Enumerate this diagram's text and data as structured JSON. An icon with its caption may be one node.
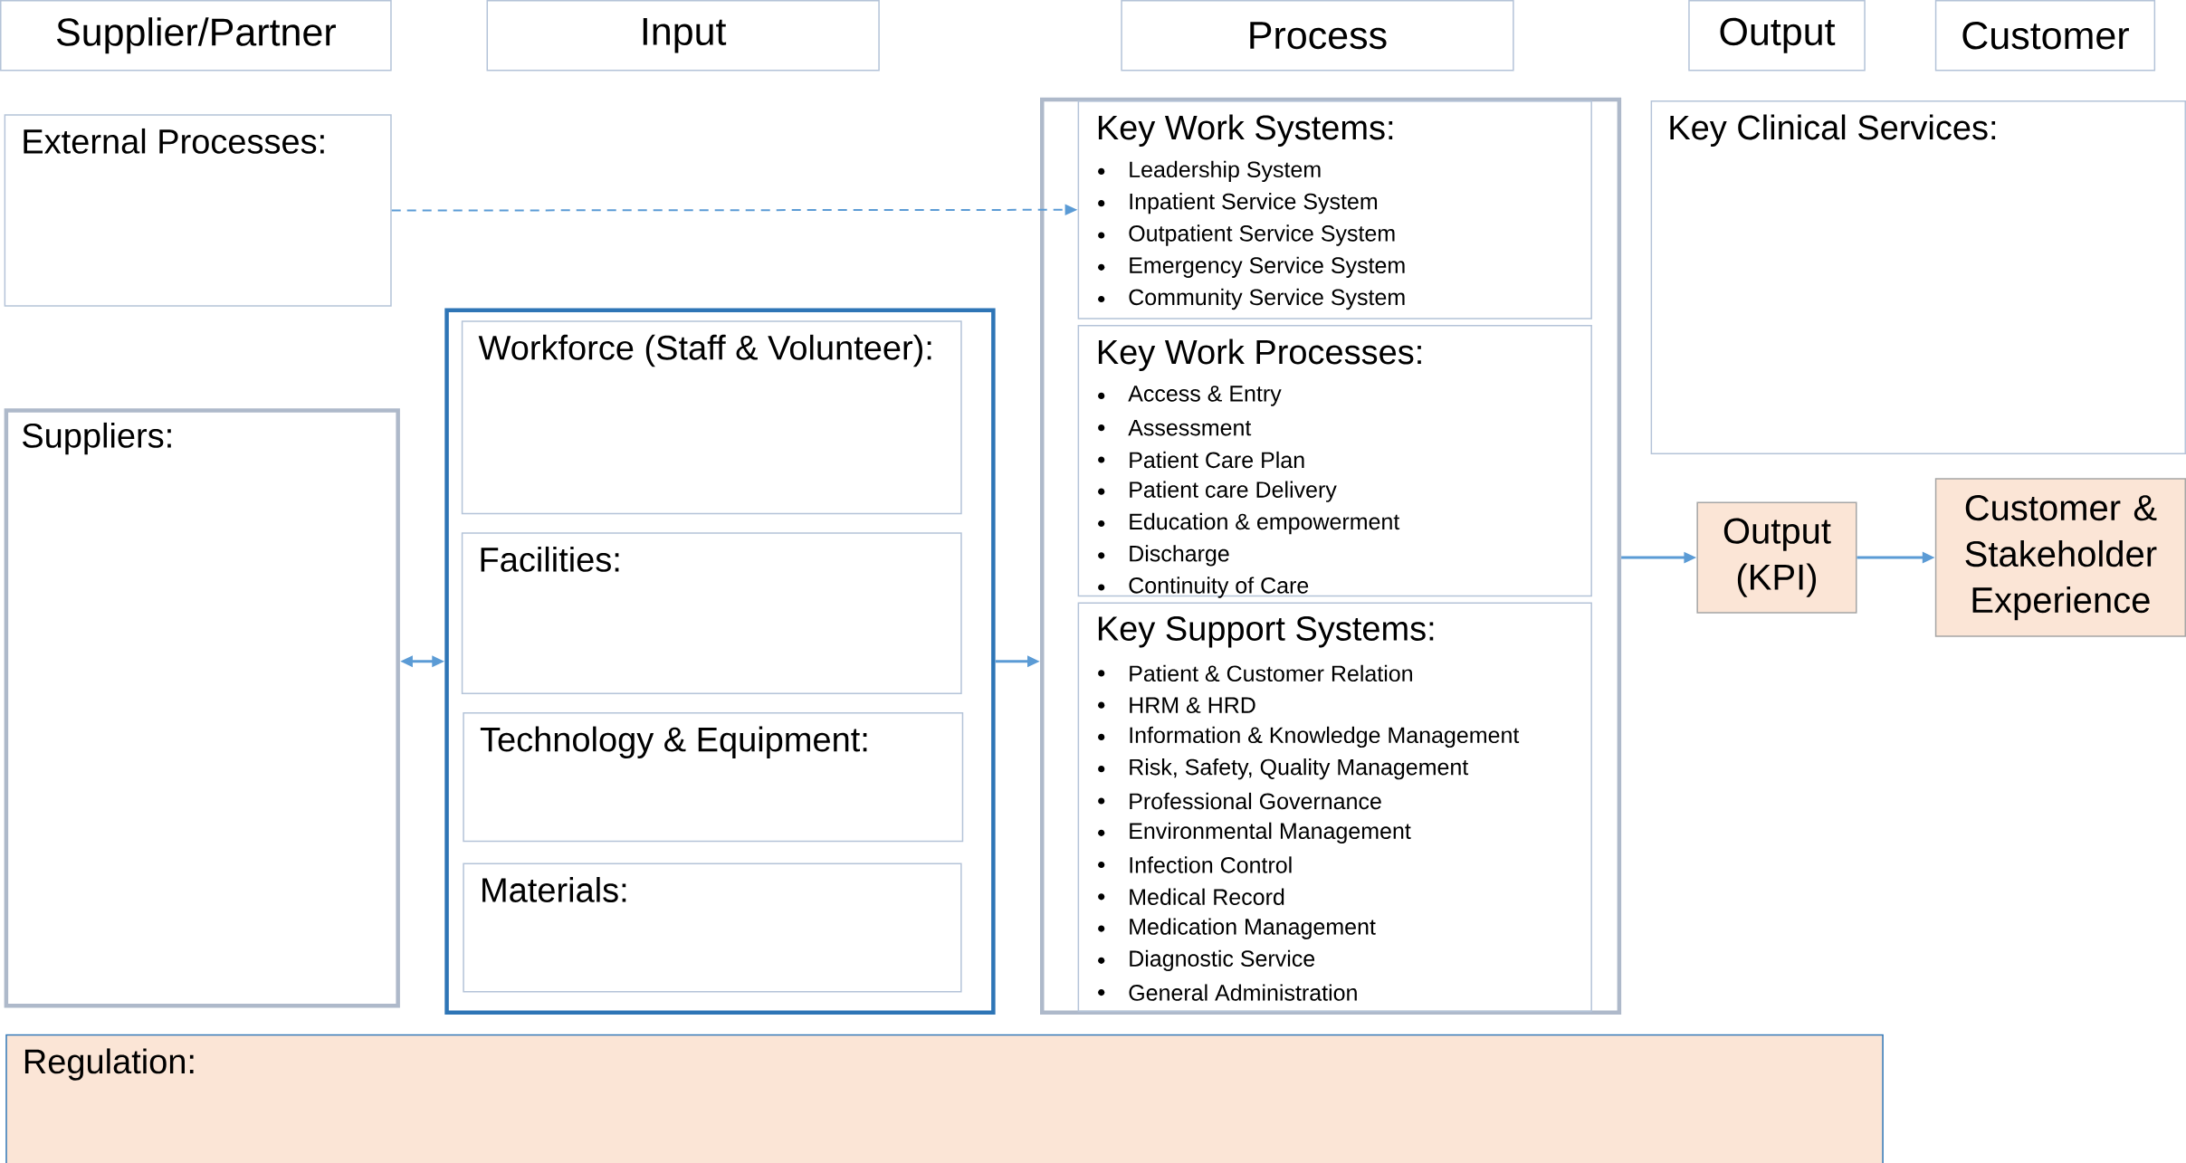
{
  "diagram": {
    "nodes": [
      {
        "text": [
          "Supplier/Partner"
        ]
      },
      {
        "text": [
          "Input"
        ]
      },
      {
        "text": [
          "Process"
        ]
      },
      {
        "text": [
          "Output"
        ]
      },
      {
        "text": [
          "Customer"
        ]
      },
      {
        "text": [
          "External Processes:"
        ]
      },
      {
        "text": [
          "Suppliers:"
        ]
      },
      {
        "text": [],
        "shape": "box"
      },
      {
        "text": [
          "Workforce (Staff & Volunteer):"
        ],
        "in": 7
      },
      {
        "text": [
          "Facilities:"
        ],
        "in": 7
      },
      {
        "text": [
          "Technology & Equipment:"
        ],
        "in": 7
      },
      {
        "text": [
          "Materials:"
        ],
        "in": 7
      },
      {
        "text": [],
        "shape": "box"
      },
      {
        "text": [
          "Key Work Systems:",
          "Leadership System",
          "Inpatient Service System",
          "Outpatient Service System",
          "Emergency Service System",
          "Community Service System"
        ],
        "in": 12
      },
      {
        "text": [
          "Key Work Processes:",
          "Access & Entry",
          "Assessment",
          "Patient Care Plan",
          "Patient care Delivery",
          "Education & empowerment",
          "Discharge",
          "Continuity of Care"
        ],
        "in": 12
      },
      {
        "text": [
          "Key Support Systems:",
          "Patient & Customer Relation",
          "HRM & HRD",
          "Information & Knowledge Management",
          "Risk, Safety, Quality Management",
          "Professional Governance",
          "Environmental Management",
          "Infection Control",
          "Medical Record",
          "Medication Management",
          "Diagnostic Service",
          "General Administration"
        ],
        "in": 12
      },
      {
        "text": [
          "Key Clinical Services:"
        ]
      },
      {
        "text": [
          "Output (KPI)"
        ]
      },
      {
        "text": [
          "Customer & Stakeholder Experience"
        ]
      },
      {
        "text": [
          "Regulation:"
        ]
      }
    ],
    "edges": [
      {
        "from": 5,
        "to": 13,
        "arrow": "to",
        "style": "dashed"
      },
      {
        "from": 6,
        "to": 7,
        "arrow": "both"
      },
      {
        "from": 7,
        "to": 12,
        "arrow": "to"
      },
      {
        "from": 12,
        "to": 17,
        "arrow": "to"
      },
      {
        "from": 17,
        "to": 18,
        "arrow": "to"
      }
    ]
  }
}
